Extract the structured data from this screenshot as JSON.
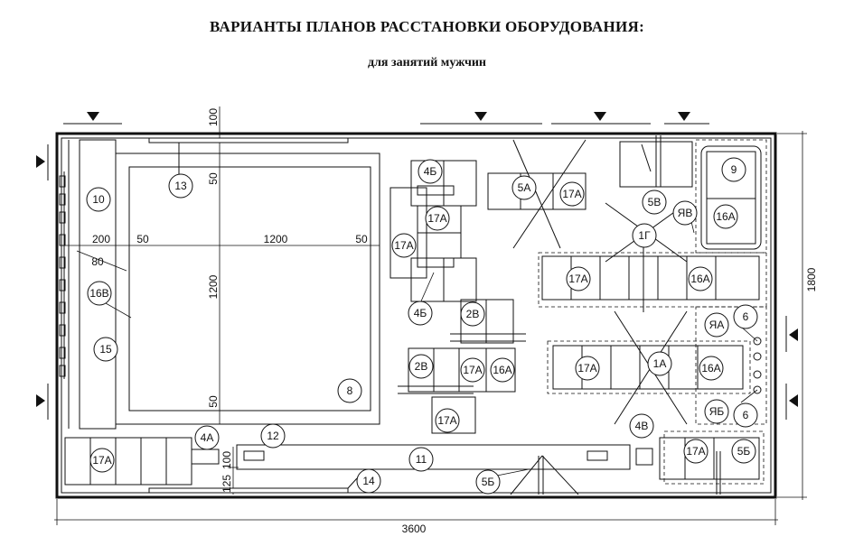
{
  "title": "ВАРИАНТЫ ПЛАНОВ РАССТАНОВКИ ОБОРУДОВАНИЯ:",
  "subtitle": "для занятий мужчин",
  "dimensions": {
    "d100_top": "100",
    "d50_top": "50",
    "d200": "200",
    "d50_left": "50",
    "d1200_h": "1200",
    "d50_right": "50",
    "d80": "80",
    "d1200_v": "1200",
    "d50_bottom": "50",
    "d100_bottom": "100",
    "d125": "125",
    "d1800": "1800",
    "d3600": "3600"
  },
  "callouts": {
    "c13": "13",
    "c10": "10",
    "c16v": "16В",
    "c15": "15",
    "c8": "8",
    "c4b_top": "4Б",
    "c17a_1": "17А",
    "c17a_2": "17А",
    "c4b_bot": "4Б",
    "c2v_1": "2В",
    "c2v_2": "2В",
    "c17a_3": "17А",
    "c16a_1": "16А",
    "c17a_4": "17А",
    "c5a": "5А",
    "c17a_5": "17А",
    "c5v": "5В",
    "c9": "9",
    "c16a_2": "16А",
    "c1g": "1Г",
    "c17a_6": "17А",
    "c16a_3": "16А",
    "c17a_7": "17А",
    "c1a": "1А",
    "c16a_4": "16А",
    "c6_1": "6",
    "c6_2": "6",
    "c4v": "4В",
    "c17a_8": "17А",
    "c5b_r": "5Б",
    "c4a": "4А",
    "c12": "12",
    "c17a_9": "17А",
    "c11": "11",
    "c14": "14",
    "c5b_b": "5Б"
  },
  "marks": {
    "ya": "ЯА",
    "yb": "ЯБ",
    "yv": "ЯВ"
  }
}
